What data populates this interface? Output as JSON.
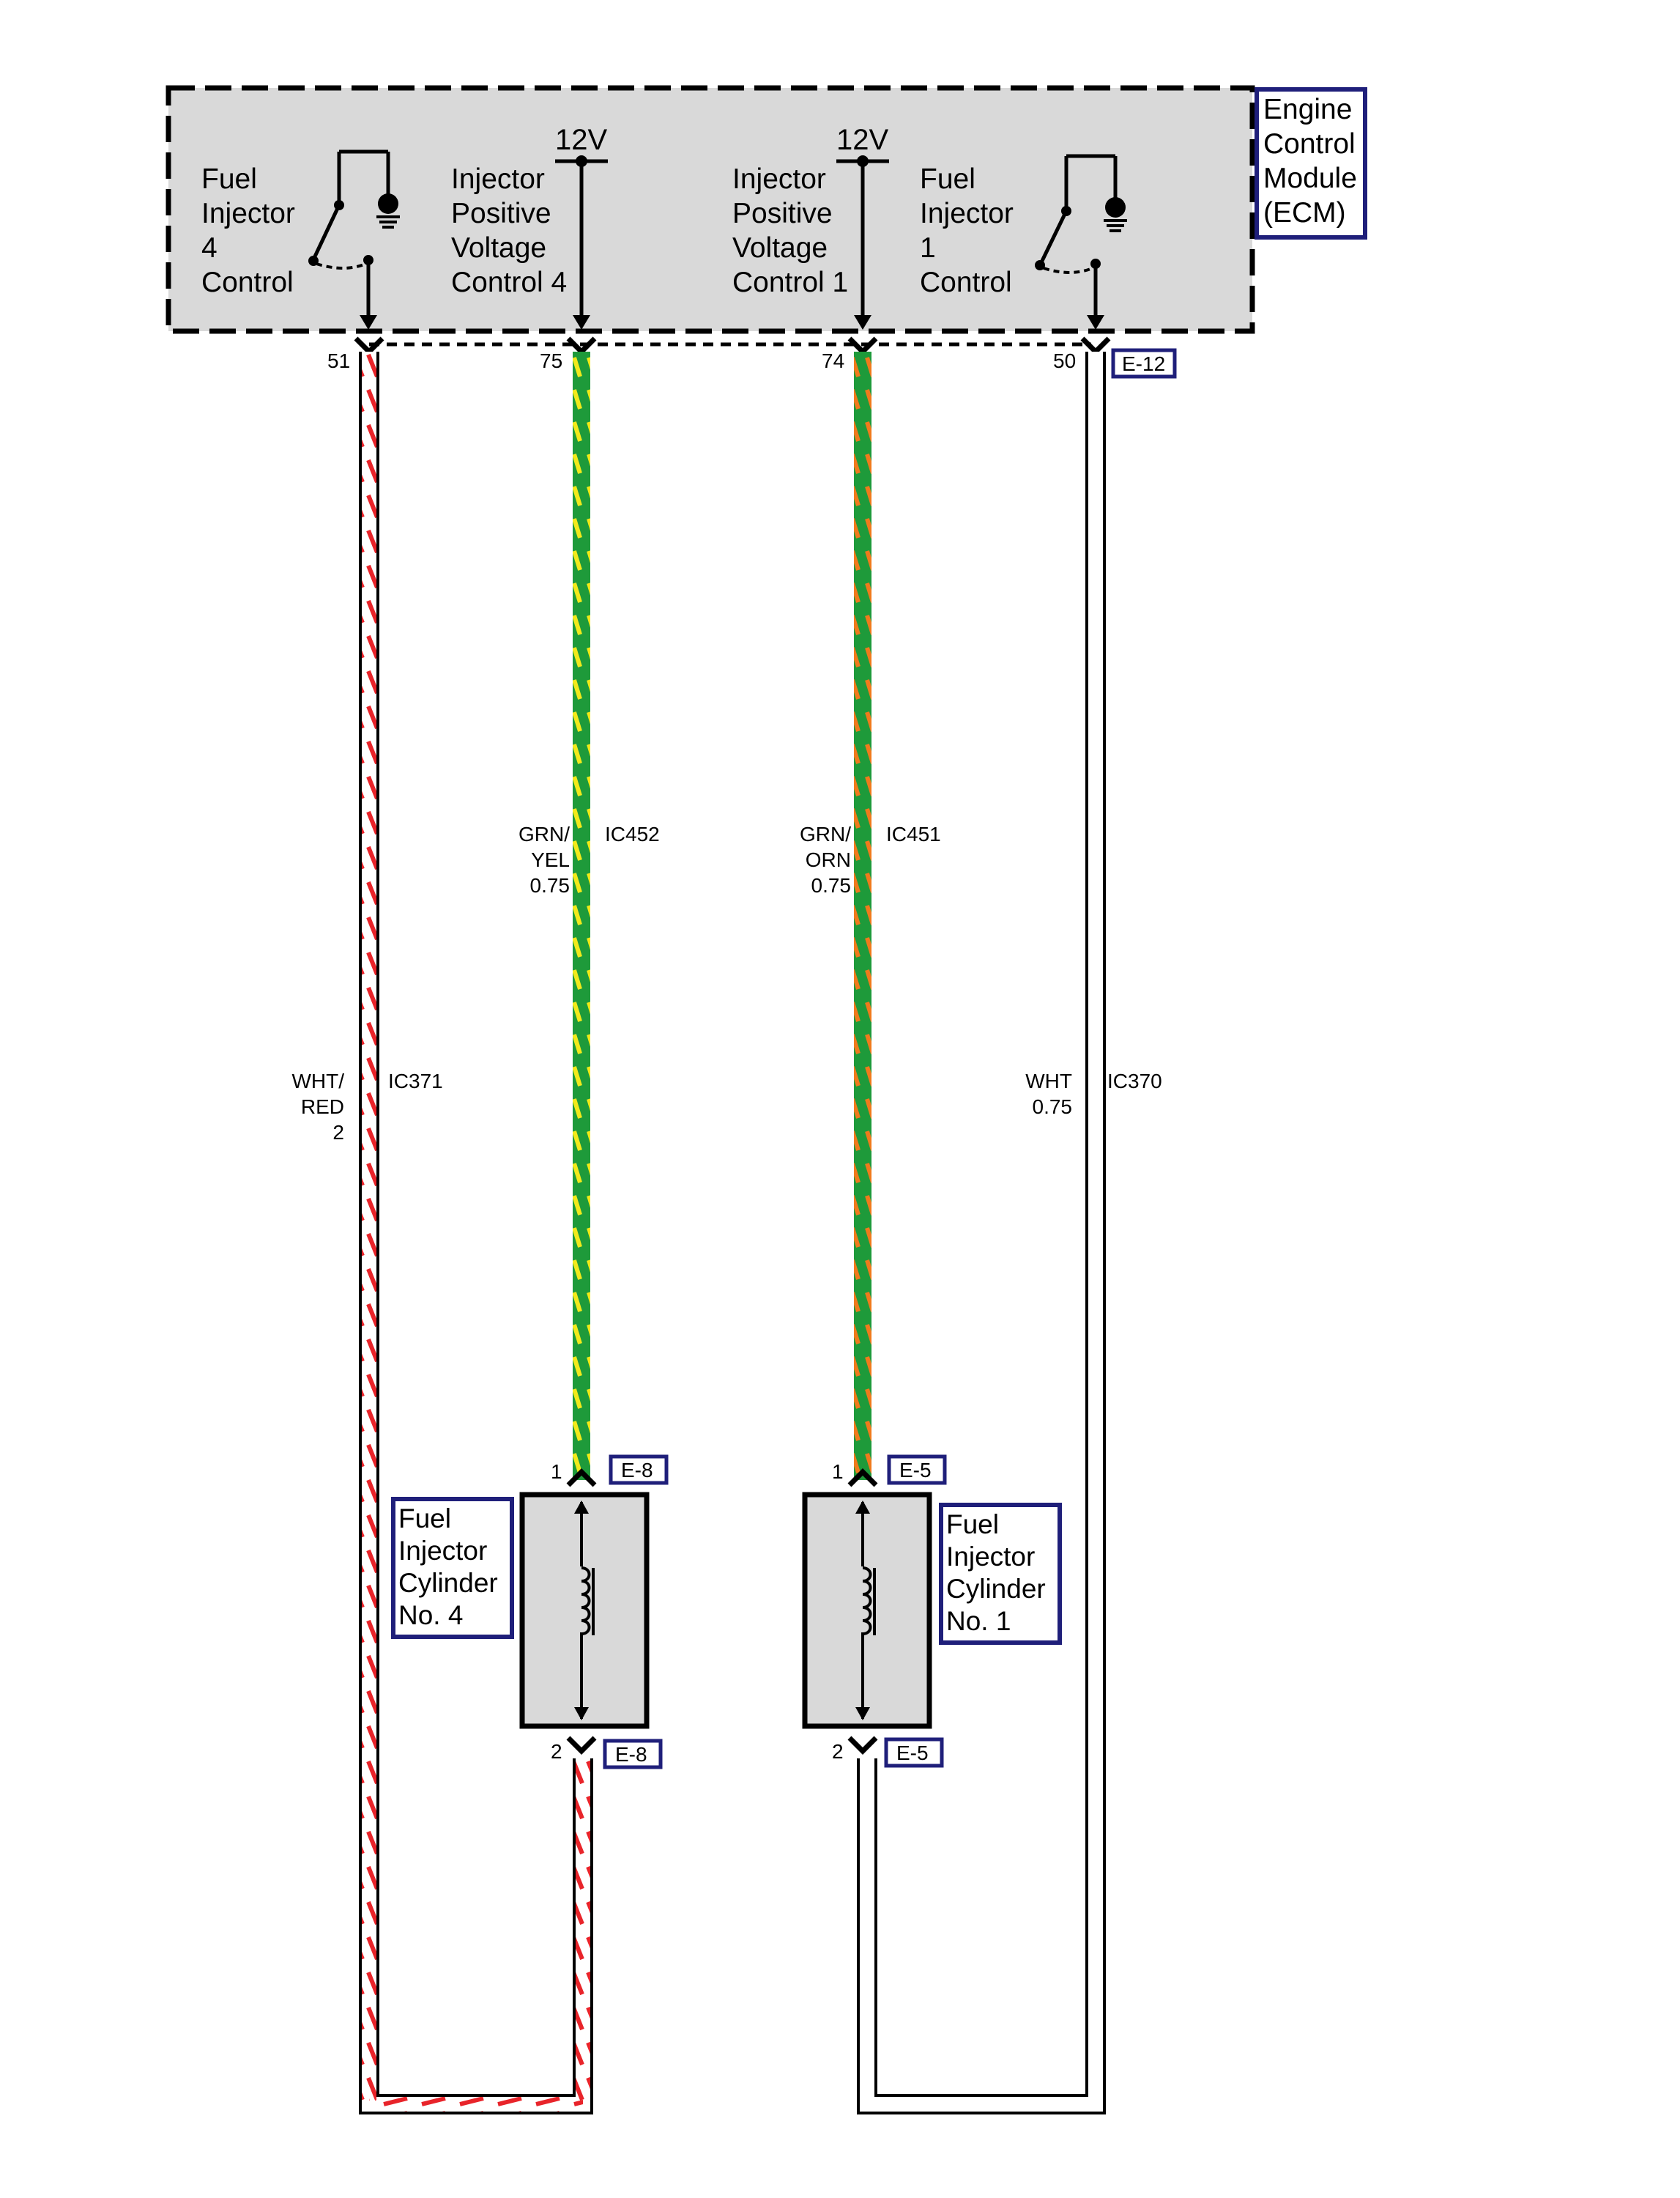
{
  "ecm": {
    "label_lines": [
      "Engine",
      "Control",
      "Module",
      "(ECM)"
    ],
    "inner_labels": {
      "inj4_control": [
        "Fuel",
        "Injector",
        "4",
        "Control"
      ],
      "inj_pos4": [
        "Injector",
        "Positive",
        "Voltage",
        "Control 4"
      ],
      "inj_pos1": [
        "Injector",
        "Positive",
        "Voltage",
        "Control 1"
      ],
      "inj1_control": [
        "Fuel",
        "Injector",
        "1",
        "Control"
      ]
    },
    "supply_left": "12V",
    "supply_right": "12V",
    "connector": "E-12"
  },
  "pins": {
    "p51": "51",
    "p75": "75",
    "p74": "74",
    "p50": "50",
    "inj4_top": "1",
    "inj4_bottom": "2",
    "inj1_top": "1",
    "inj1_bottom": "2"
  },
  "wires": {
    "ic371": {
      "circuit": "IC371",
      "color_lines": [
        "WHT/",
        "RED",
        "2"
      ]
    },
    "ic452": {
      "circuit": "IC452",
      "color_lines": [
        "GRN/",
        "YEL",
        "0.75"
      ]
    },
    "ic451": {
      "circuit": "IC451",
      "color_lines": [
        "GRN/",
        "ORN",
        "0.75"
      ]
    },
    "ic370": {
      "circuit": "IC370",
      "color_lines": [
        "WHT",
        "0.75"
      ]
    }
  },
  "injectors": {
    "cyl4": {
      "label_lines": [
        "Fuel",
        "Injector",
        "Cylinder",
        "No. 4"
      ],
      "connector_top": "E-8",
      "connector_bottom": "E-8"
    },
    "cyl1": {
      "label_lines": [
        "Fuel",
        "Injector",
        "Cylinder",
        "No. 1"
      ],
      "connector_top": "E-5",
      "connector_bottom": "E-5"
    }
  },
  "colors": {
    "wire_green": "#1e9a3a",
    "stripe_yellow": "#f2ea1b",
    "stripe_orange": "#f07a1c",
    "stripe_red": "#e8242a",
    "module_fill": "#d9d9d9",
    "tag_border": "#1f1f7a"
  }
}
